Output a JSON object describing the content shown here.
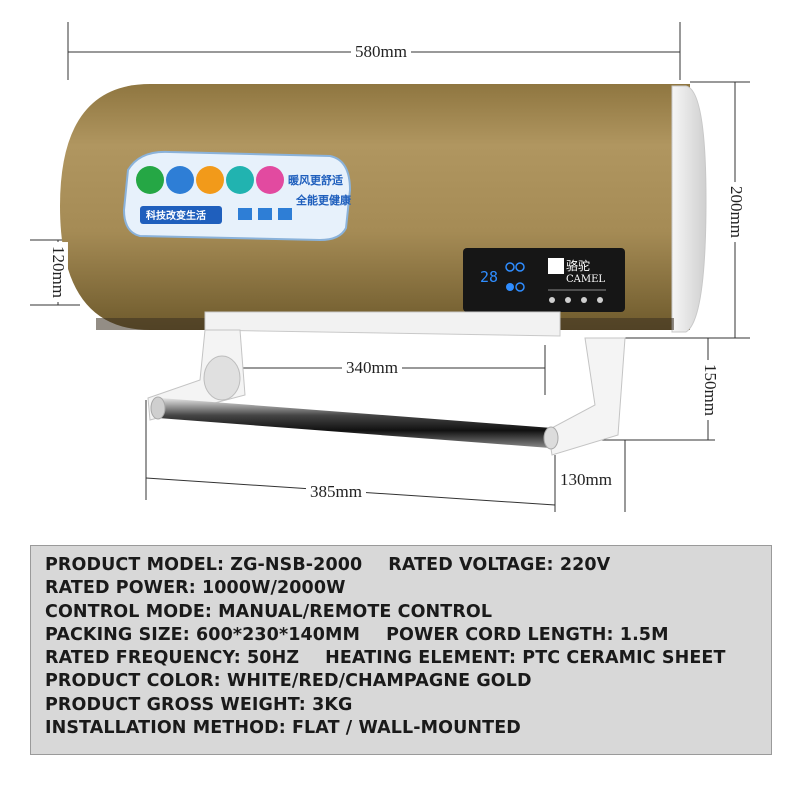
{
  "dimensions": {
    "width_total": "580mm",
    "height_right": "200mm",
    "height_left": "120mm",
    "rack_inner": "340mm",
    "rack_drop": "150mm",
    "rack_depth": "130mm",
    "rack_width": "385mm"
  },
  "device": {
    "brand_cn": "骆驼",
    "brand_en": "CAMEL",
    "display_temp": "28",
    "sticker_slogan_1": "暖风更舒适",
    "sticker_slogan_2": "全能更健康",
    "sticker_banner": "科技改变生活",
    "colors": {
      "body": "#a58b55",
      "panel": "#161616",
      "rack": "#f2f2f2"
    }
  },
  "specs": {
    "line1_a": "PRODUCT MODEL: ZG-NSB-2000",
    "line1_b": "RATED VOLTAGE: 220V",
    "line2": "RATED POWER: 1000W/2000W",
    "line3": "CONTROL MODE: MANUAL/REMOTE CONTROL",
    "line4_a": "PACKING SIZE: 600*230*140MM",
    "line4_b": "POWER CORD LENGTH: 1.5M",
    "line5_a": "RATED FREQUENCY: 50HZ",
    "line5_b": "HEATING ELEMENT: PTC CERAMIC SHEET",
    "line6": "PRODUCT COLOR: WHITE/RED/CHAMPAGNE GOLD",
    "line7": "PRODUCT GROSS WEIGHT: 3KG",
    "line8": "INSTALLATION METHOD: FLAT / WALL-MOUNTED"
  }
}
